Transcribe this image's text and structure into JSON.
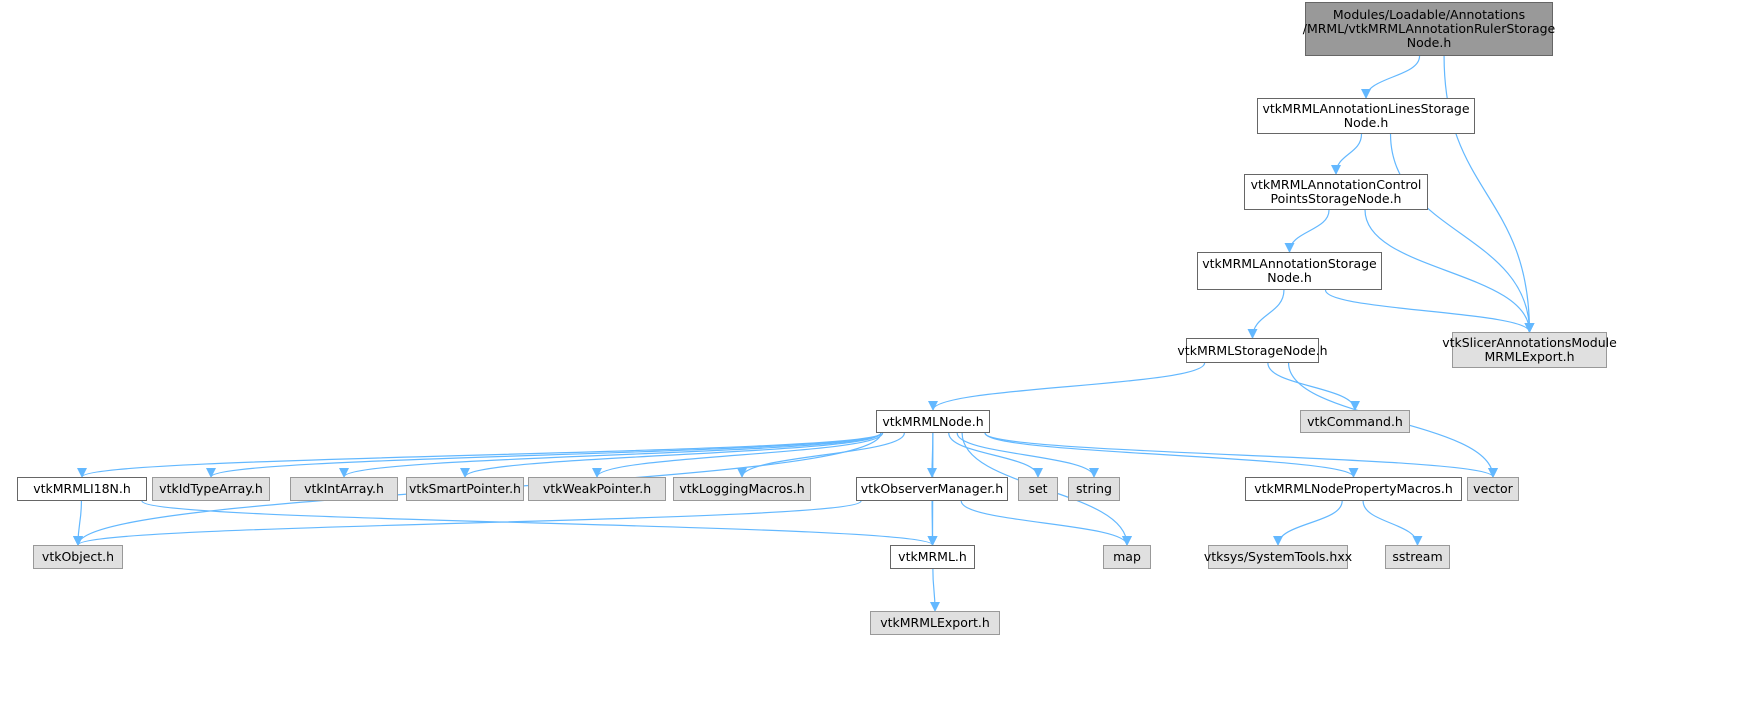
{
  "graph": {
    "colors": {
      "edge": "#63b8ff",
      "root_fill": "#999999",
      "external_fill": "#e0e0e0",
      "internal_fill": "#ffffff"
    },
    "nodes": [
      {
        "id": "root",
        "label": "Modules/Loadable/Annotations\n/MRML/vtkMRMLAnnotationRulerStorage\nNode.h",
        "kind": "root"
      },
      {
        "id": "lines",
        "label": "vtkMRMLAnnotationLinesStorage\nNode.h",
        "kind": "internal"
      },
      {
        "id": "control",
        "label": "vtkMRMLAnnotationControl\nPointsStorageNode.h",
        "kind": "internal"
      },
      {
        "id": "annstorage",
        "label": "vtkMRMLAnnotationStorage\nNode.h",
        "kind": "internal"
      },
      {
        "id": "export",
        "label": "vtkSlicerAnnotationsModule\nMRMLExport.h",
        "kind": "external"
      },
      {
        "id": "storage",
        "label": "vtkMRMLStorageNode.h",
        "kind": "internal"
      },
      {
        "id": "node",
        "label": "vtkMRMLNode.h",
        "kind": "internal"
      },
      {
        "id": "command",
        "label": "vtkCommand.h",
        "kind": "external"
      },
      {
        "id": "i18n",
        "label": "vtkMRMLI18N.h",
        "kind": "internal"
      },
      {
        "id": "idtype",
        "label": "vtkIdTypeArray.h",
        "kind": "external"
      },
      {
        "id": "intarray",
        "label": "vtkIntArray.h",
        "kind": "external"
      },
      {
        "id": "smartptr",
        "label": "vtkSmartPointer.h",
        "kind": "external"
      },
      {
        "id": "weakptr",
        "label": "vtkWeakPointer.h",
        "kind": "external"
      },
      {
        "id": "logging",
        "label": "vtkLoggingMacros.h",
        "kind": "external"
      },
      {
        "id": "observer",
        "label": "vtkObserverManager.h",
        "kind": "internal"
      },
      {
        "id": "set",
        "label": "set",
        "kind": "external"
      },
      {
        "id": "string",
        "label": "string",
        "kind": "external"
      },
      {
        "id": "propmacros",
        "label": "vtkMRMLNodePropertyMacros.h",
        "kind": "internal"
      },
      {
        "id": "vector",
        "label": "vector",
        "kind": "external"
      },
      {
        "id": "object",
        "label": "vtkObject.h",
        "kind": "external"
      },
      {
        "id": "mrml",
        "label": "vtkMRML.h",
        "kind": "internal"
      },
      {
        "id": "map",
        "label": "map",
        "kind": "external"
      },
      {
        "id": "systools",
        "label": "vtksys/SystemTools.hxx",
        "kind": "external"
      },
      {
        "id": "sstream",
        "label": "sstream",
        "kind": "external"
      },
      {
        "id": "mrmlexport",
        "label": "vtkMRMLExport.h",
        "kind": "external"
      }
    ],
    "edges": [
      [
        "root",
        "lines"
      ],
      [
        "root",
        "export"
      ],
      [
        "lines",
        "control"
      ],
      [
        "lines",
        "export"
      ],
      [
        "control",
        "annstorage"
      ],
      [
        "control",
        "export"
      ],
      [
        "annstorage",
        "storage"
      ],
      [
        "annstorage",
        "export"
      ],
      [
        "storage",
        "node"
      ],
      [
        "storage",
        "command"
      ],
      [
        "storage",
        "vector"
      ],
      [
        "node",
        "i18n"
      ],
      [
        "node",
        "idtype"
      ],
      [
        "node",
        "intarray"
      ],
      [
        "node",
        "smartptr"
      ],
      [
        "node",
        "weakptr"
      ],
      [
        "node",
        "logging"
      ],
      [
        "node",
        "observer"
      ],
      [
        "node",
        "set"
      ],
      [
        "node",
        "string"
      ],
      [
        "node",
        "propmacros"
      ],
      [
        "node",
        "vector"
      ],
      [
        "node",
        "object"
      ],
      [
        "node",
        "mrml"
      ],
      [
        "node",
        "map"
      ],
      [
        "i18n",
        "object"
      ],
      [
        "i18n",
        "mrml"
      ],
      [
        "observer",
        "object"
      ],
      [
        "observer",
        "mrml"
      ],
      [
        "observer",
        "map"
      ],
      [
        "propmacros",
        "systools"
      ],
      [
        "propmacros",
        "sstream"
      ],
      [
        "mrml",
        "mrmlexport"
      ]
    ]
  }
}
